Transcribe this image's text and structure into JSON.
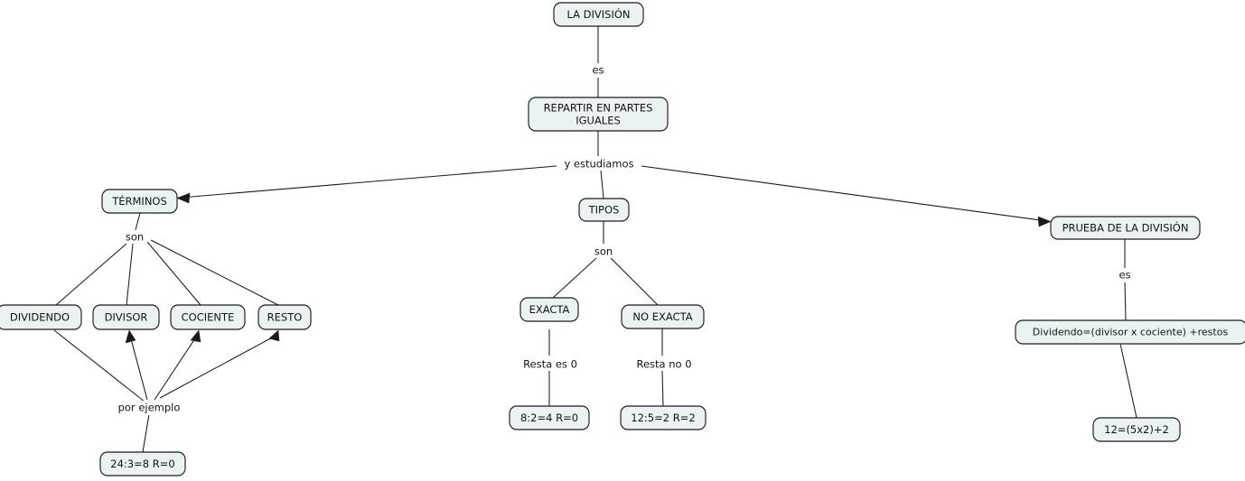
{
  "diagram": {
    "title": "LA DIVISIÓN",
    "type": "concept-map",
    "background_color": "#ffffff",
    "node_fill_color": "#eaf2f4",
    "node_border_color": "#1a1a1a",
    "text_color": "#141414",
    "nodes": {
      "root": "LA DIVISIÓN",
      "definition": "REPARTIR EN PARTES IGUALES",
      "definition_line1": "REPARTIR EN PARTES",
      "definition_line2": "IGUALES",
      "terminos": "TÉRMINOS",
      "tipos": "TIPOS",
      "prueba": "PRUEBA DE LA DIVISIÓN",
      "dividendo": "DIVIDENDO",
      "divisor": "DIVISOR",
      "cociente": "COCIENTE",
      "resto": "RESTO",
      "exacta": "EXACTA",
      "no_exacta": "NO EXACTA",
      "formula": "Dividendo=(divisor x cociente) +restos",
      "ejemplo_terminos": "24:3=8 R=0",
      "ejemplo_exacta": "8:2=4 R=0",
      "ejemplo_no_exacta": "12:5=2 R=2",
      "ejemplo_prueba": "12=(5x2)+2"
    },
    "link_labels": {
      "es_root": "es",
      "y_estudiamos": "y estudiamos",
      "son_terminos": "son",
      "son_tipos": "son",
      "por_ejemplo": "por ejemplo",
      "resta_es_0": "Resta es 0",
      "resta_no_0": "Resta no 0",
      "es_prueba": "es"
    }
  }
}
